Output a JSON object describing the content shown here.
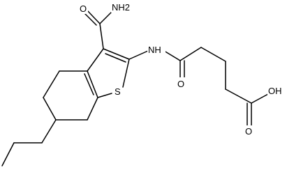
{
  "molecule": {
    "atom_labels": {
      "amide_nh2": "NH2",
      "amide_o": "O",
      "nh": "NH",
      "ring_s": "S",
      "ketone_o": "O",
      "acid_oh": "OH",
      "acid_o": "O"
    }
  },
  "colors": {
    "bond": "#000000",
    "background": "#ffffff"
  }
}
